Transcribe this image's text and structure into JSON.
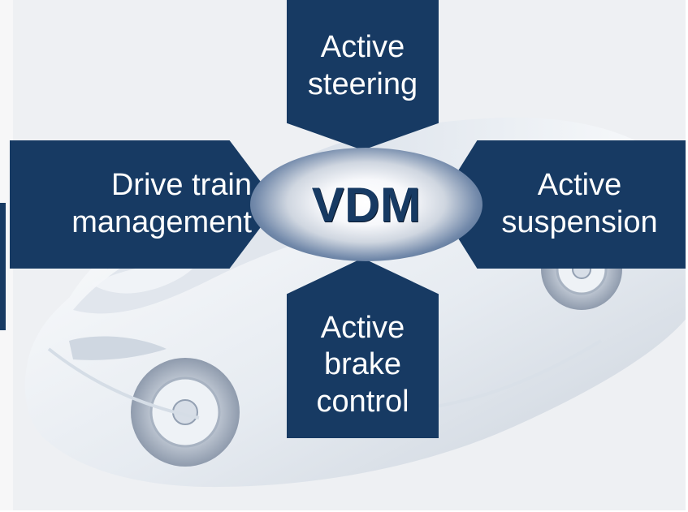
{
  "diagram": {
    "center_label": "VDM",
    "top_label": "Active\nsteering",
    "left_label": "Drive train\nmanagement",
    "right_label": "Active\nsuspension",
    "bottom_label": "Active\nbrake\ncontrol"
  },
  "colors": {
    "arrow_fill": "#173a63",
    "arrow_text": "#ffffff",
    "center_text": "#173a63",
    "background": "#eef0f3"
  },
  "icons": {
    "background_image": "car-illustration"
  }
}
